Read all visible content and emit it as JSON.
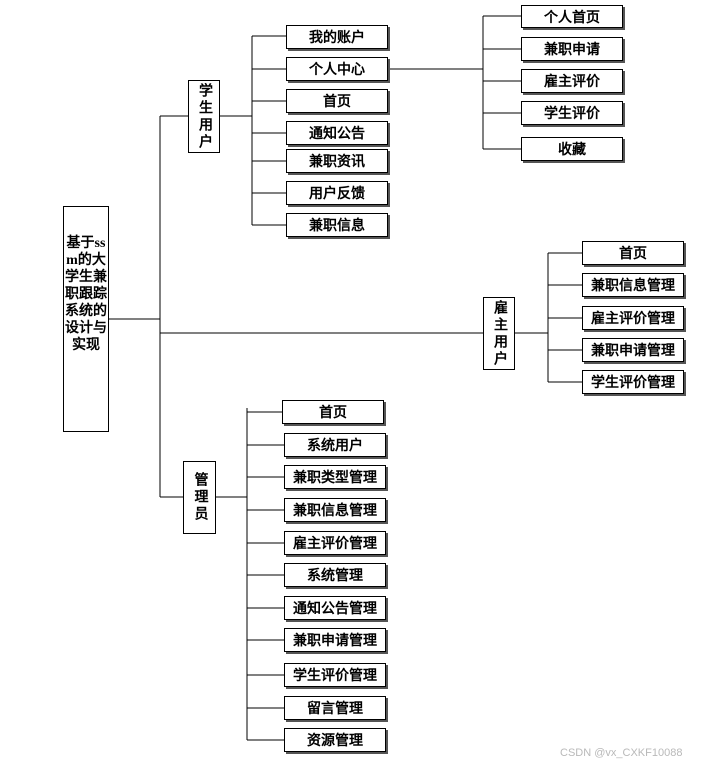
{
  "root": "基于ssm的大学生兼职跟踪系统的设计与实现",
  "roles": {
    "student": {
      "label": "学生用户",
      "modules": [
        "我的账户",
        "个人中心",
        "首页",
        "通知公告",
        "兼职资讯",
        "用户反馈",
        "兼职信息"
      ],
      "personal_center": [
        "个人首页",
        "兼职申请",
        "雇主评价",
        "学生评价",
        "收藏"
      ]
    },
    "employer": {
      "label": "雇主用户",
      "modules": [
        "首页",
        "兼职信息管理",
        "雇主评价管理",
        "兼职申请管理",
        "学生评价管理"
      ]
    },
    "admin": {
      "label": "管理员",
      "modules": [
        "首页",
        "系统用户",
        "兼职类型管理",
        "兼职信息管理",
        "雇主评价管理",
        "系统管理",
        "通知公告管理",
        "兼职申请管理",
        "学生评价管理",
        "留言管理",
        "资源管理"
      ]
    }
  },
  "watermark": "CSDN @vx_CXKF10088"
}
